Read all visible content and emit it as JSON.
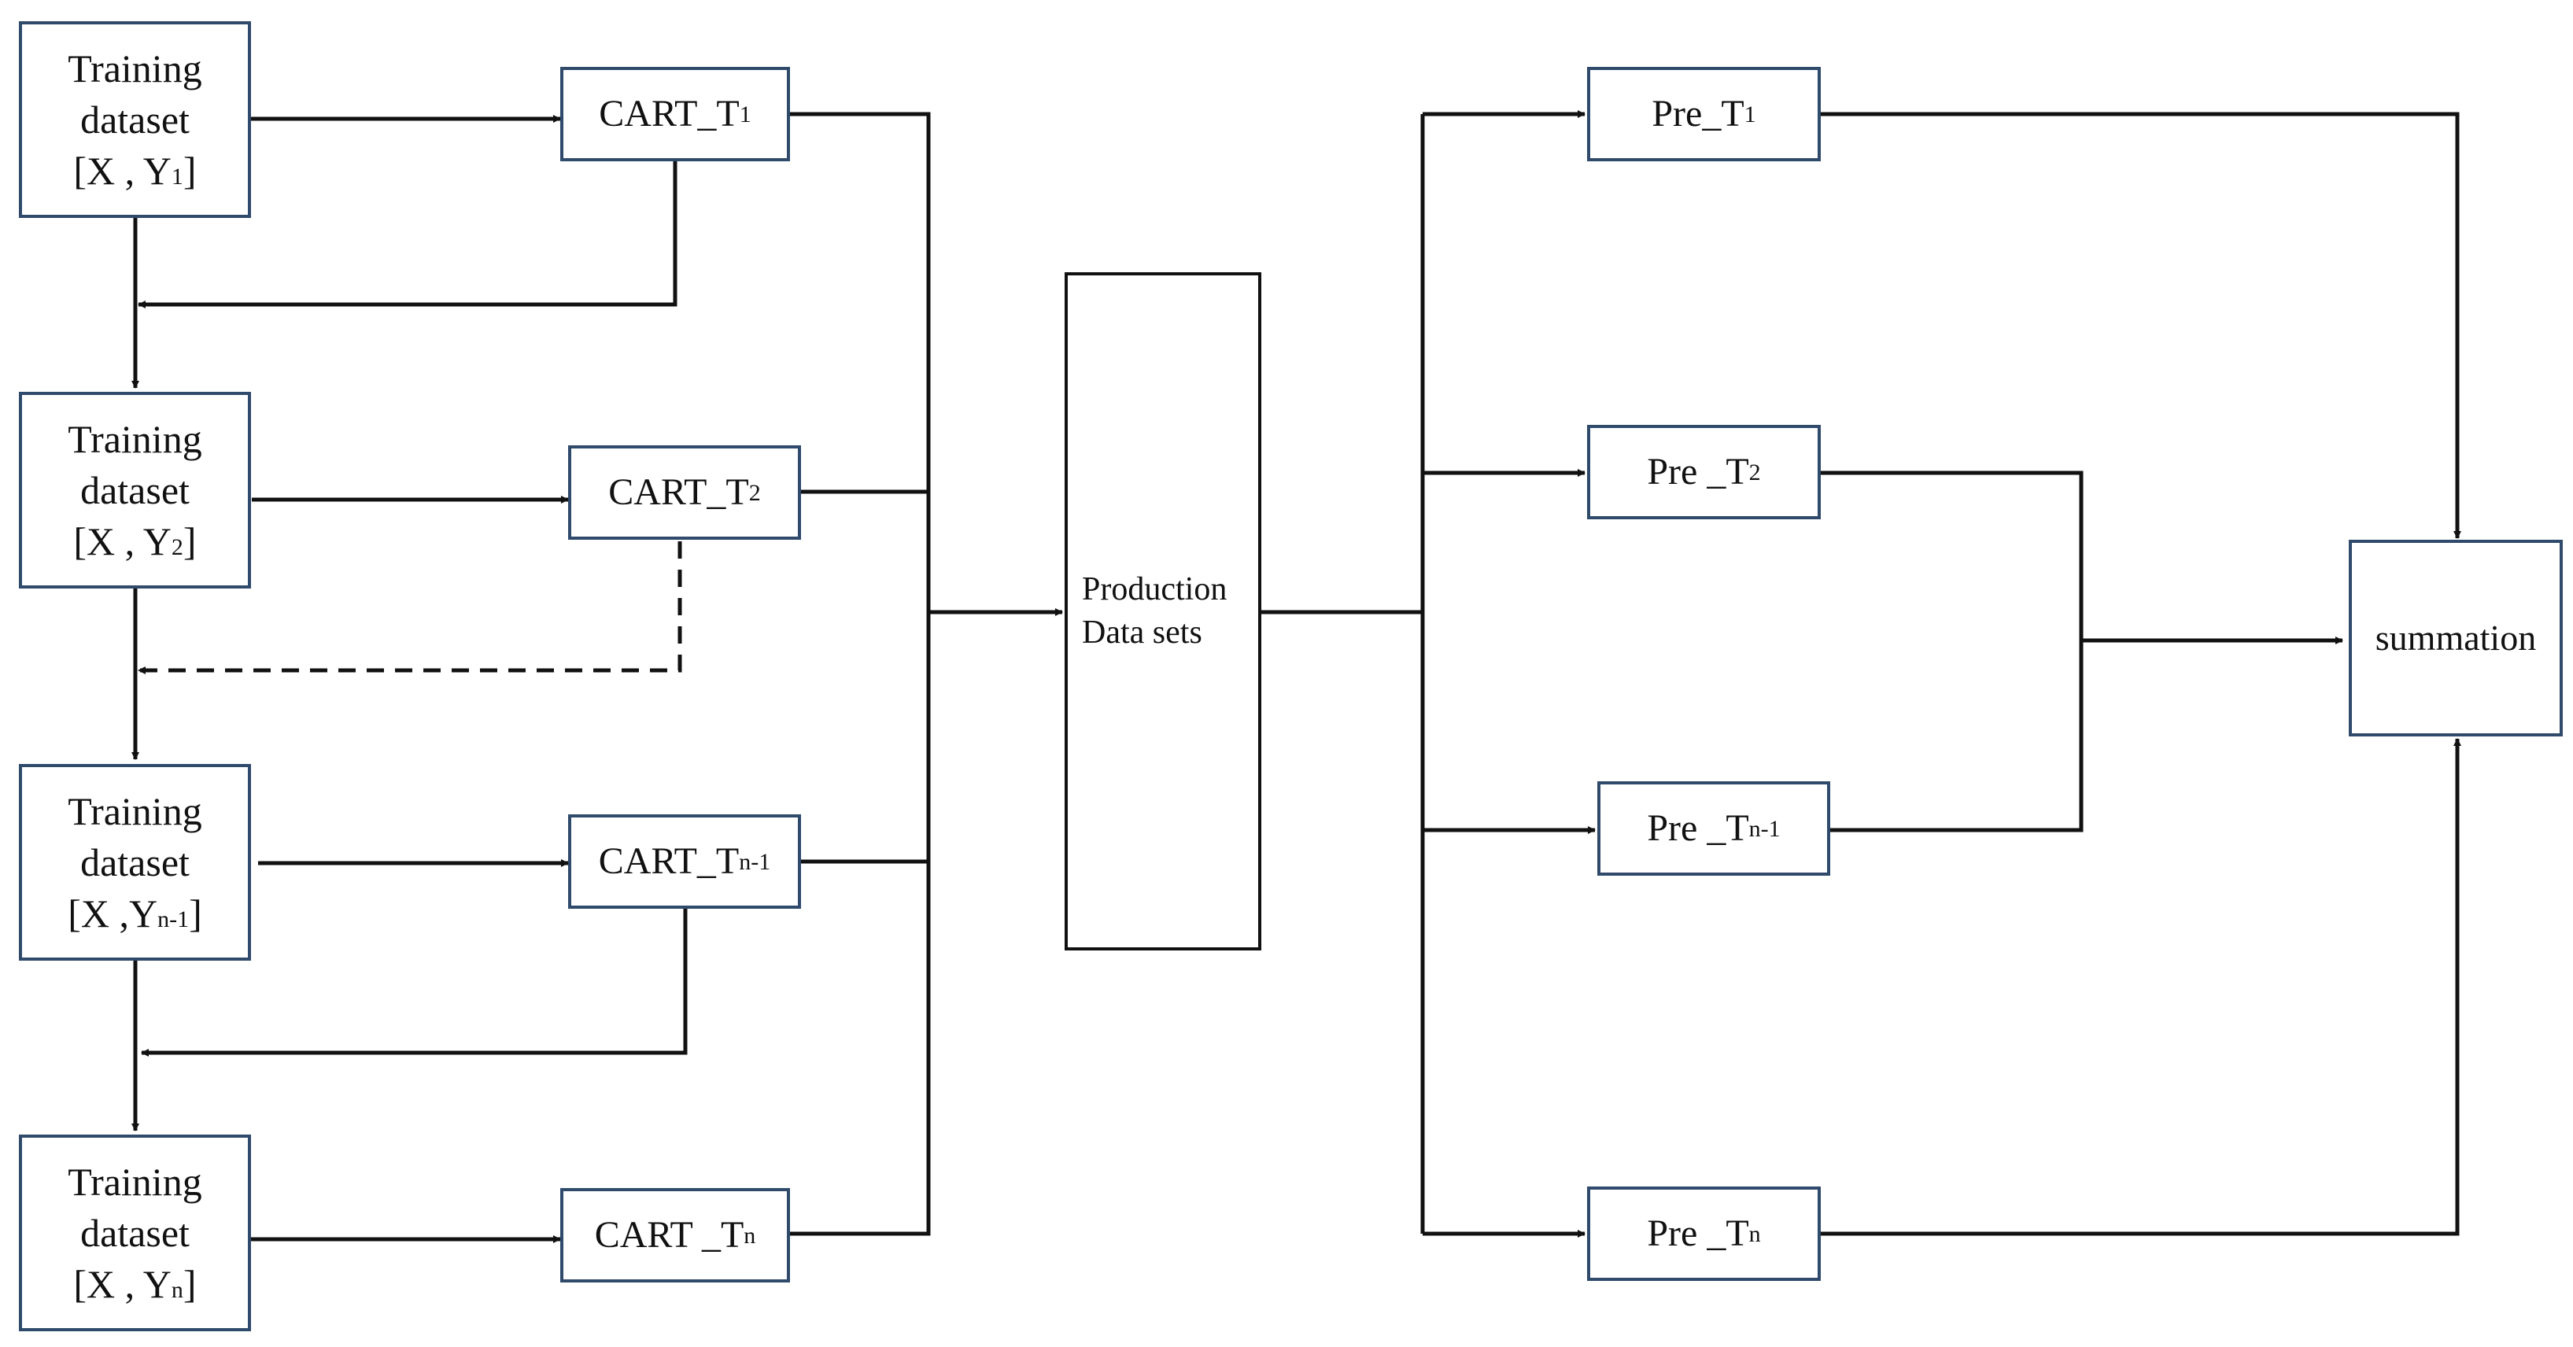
{
  "training": [
    {
      "line1": "Training",
      "line2": "dataset",
      "label_prefix": "[X , Y",
      "label_sub": "1",
      "label_suffix": "]"
    },
    {
      "line1": "Training",
      "line2": "dataset",
      "label_prefix": "[X , Y",
      "label_sub": "2",
      "label_suffix": "]"
    },
    {
      "line1": "Training",
      "line2": "dataset",
      "label_prefix": "[X ,Y",
      "label_sub": "n-1",
      "label_suffix": "]"
    },
    {
      "line1": "Training",
      "line2": "dataset",
      "label_prefix": "[X , Y",
      "label_sub": "n",
      "label_suffix": "]"
    }
  ],
  "cart": [
    {
      "prefix": "CART_T",
      "sub": "1"
    },
    {
      "prefix": "CART_T",
      "sub": "2"
    },
    {
      "prefix": "CART_T",
      "sub": "n-1"
    },
    {
      "prefix": "CART _T",
      "sub": "n"
    }
  ],
  "production": {
    "line1": "Production",
    "line2": "Data sets"
  },
  "pre": [
    {
      "prefix": "Pre_T",
      "sub": "1"
    },
    {
      "prefix": "Pre _T",
      "sub": "2"
    },
    {
      "prefix": "Pre _T",
      "sub": "n-1"
    },
    {
      "prefix": "Pre _T",
      "sub": "n"
    }
  ],
  "summation": {
    "label": "summation"
  },
  "colors": {
    "box_border": "#2f4a6b",
    "connector": "#111111"
  }
}
